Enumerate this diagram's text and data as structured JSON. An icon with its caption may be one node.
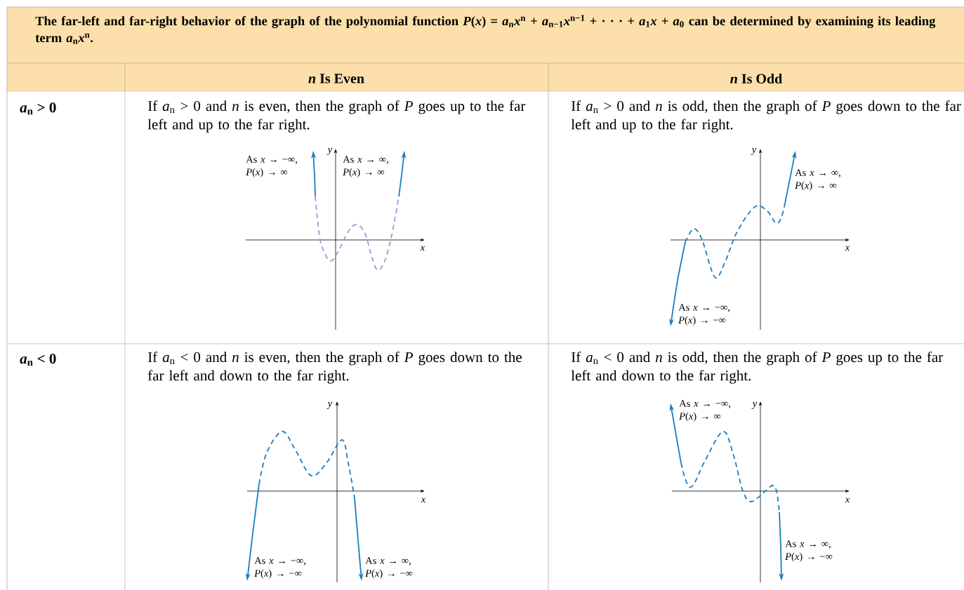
{
  "diagram": {
    "title": "The far-left and far-right behavior of the graph of the polynomial function *P*(*x*) = *a*$_{n}$*x*$^{n}$ + *a*$_{n−1}$*x*$^{n−1}$ + · · · + *a*$_{1}$*x* + *a*$_{0}$ can be determined by examining its leading term *a*$_{n}$*x*$^{n}$.",
    "labels": [
      "*n* Is Even",
      "*n* Is Odd",
      "*a*$_{n}$ > 0",
      "If *a*$_{n}$ > 0 and *n* is even, then the graph of *P* goes up to the far left and up to the far right.",
      "As *x* → −∞, *P*(*x*) → ∞",
      "*y*",
      "As *x* → ∞, *P*(*x*) → ∞",
      "*x*",
      "If *a*$_{n}$ > 0 and *n* is odd, then the graph of *P* goes down to the far left and up to the far right.",
      "*y*",
      "As *x* → ∞, *P*(*x*) → ∞",
      "*x*",
      "As *x* → −∞, *P*(*x*) → −∞",
      "*a*$_{n}$ < 0",
      "If *a*$_{n}$ < 0 and *n* is even, then the graph of *P* goes down to the far left and down to the far right.",
      "*y*",
      "*x*",
      "As *x* → −∞, *P*(*x*) → −∞",
      "As *x* → ∞, *P*(*x*) → −∞",
      "If *a*$_{n}$ < 0 and *n* is odd, then the graph of *P* goes up to the far left and down to the far right.",
      "As *x* → −∞, *P*(*x*) → ∞",
      "*y*",
      "*x*",
      "As *x* → ∞, *P*(*x*) → −∞"
    ]
  }
}
